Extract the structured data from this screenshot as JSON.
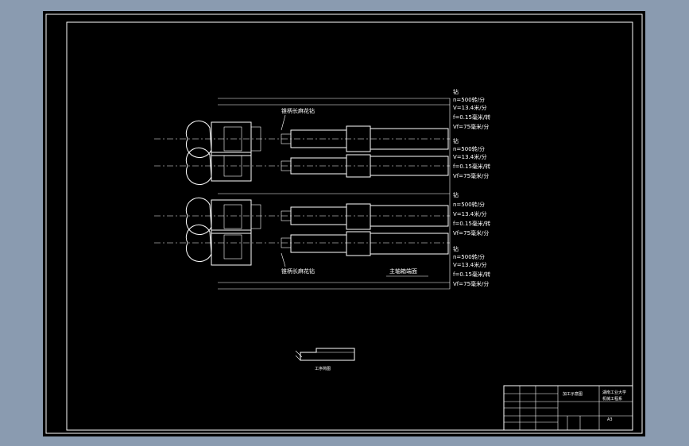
{
  "drawing": {
    "drill_label_top": "锥柄长麻花钻",
    "drill_label_bottom": "锥柄长麻花钻",
    "spindle_label": "主轴箱端面",
    "workpiece_label": "工序简图"
  },
  "specs": [
    {
      "title": "钻",
      "n": "n=500转/分",
      "v": "V=13.4米/分",
      "f": "f=0.15毫米/转",
      "vf": "Vf=75毫米/分"
    },
    {
      "title": "钻",
      "n": "n=500转/分",
      "v": "V=13.4米/分",
      "f": "f=0.15毫米/转",
      "vf": "Vf=75毫米/分"
    },
    {
      "title": "钻",
      "n": "n=500转/分",
      "v": "V=13.4米/分",
      "f": "f=0.15毫米/转",
      "vf": "Vf=75毫米/分"
    },
    {
      "title": "钻",
      "n": "n=500转/分",
      "v": "V=13.4米/分",
      "f": "f=0.15毫米/转",
      "vf": "Vf=75毫米/分"
    }
  ],
  "title_block": {
    "name": "加工示意图",
    "school": "湖南工业大学",
    "class": "机械工程系",
    "sheet": "A3"
  },
  "colors": {
    "background": "#000000",
    "lines": "#ffffff",
    "frame": "#8a9bb0"
  }
}
